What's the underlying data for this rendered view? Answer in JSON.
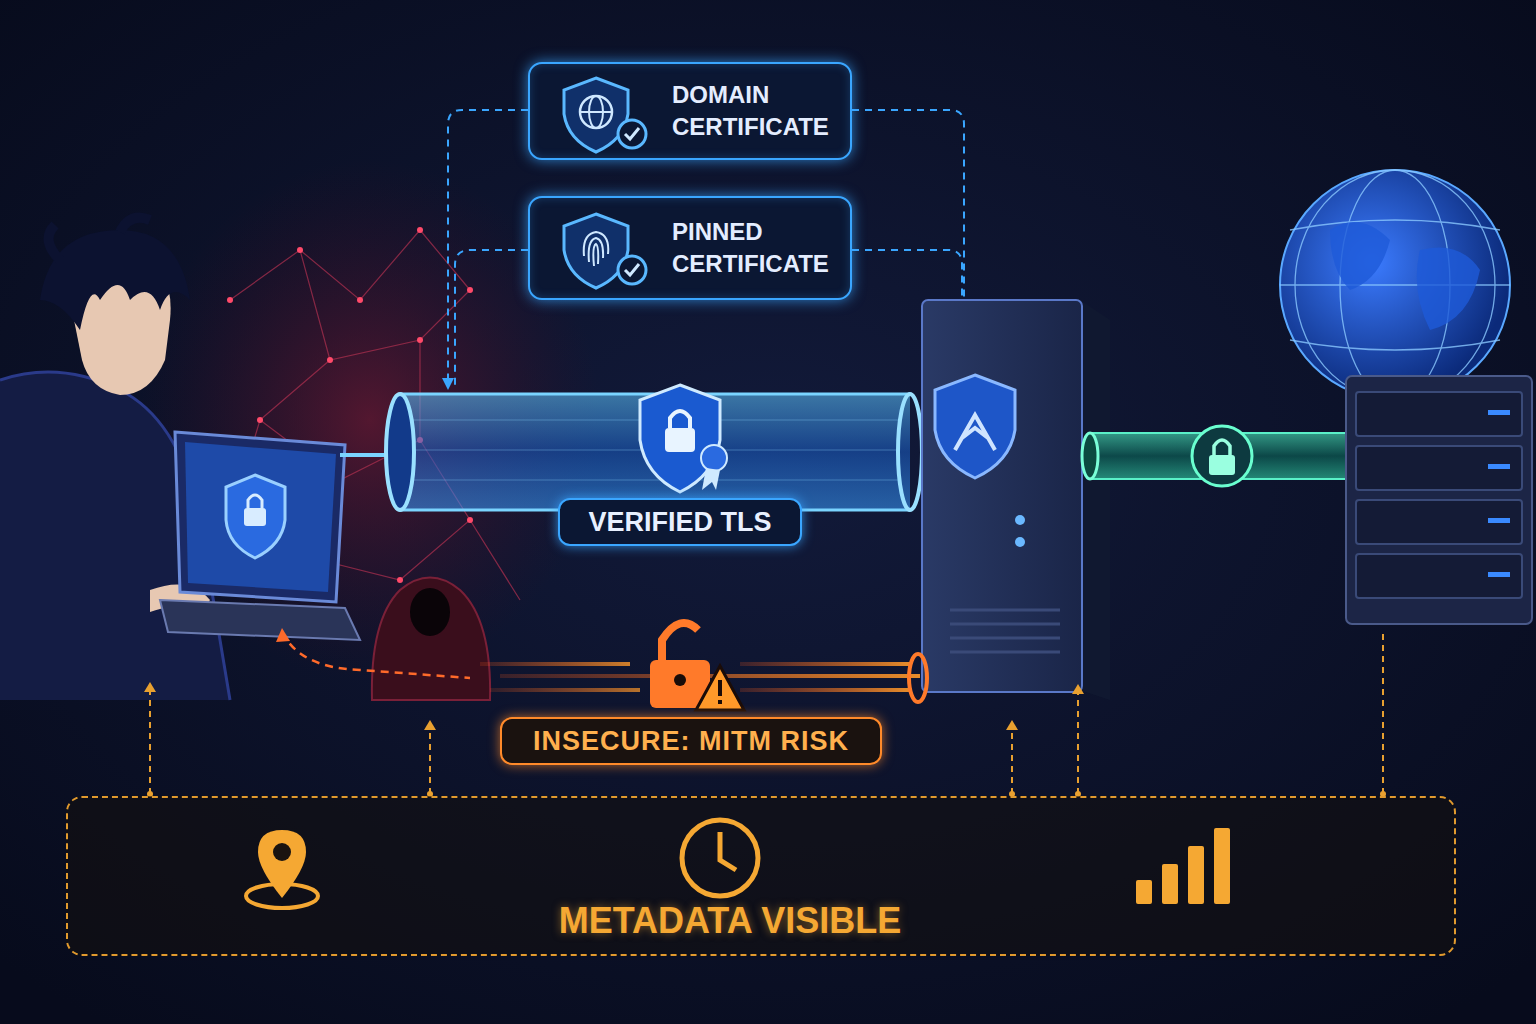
{
  "diagram": {
    "nodes": [
      {
        "text": [
          "DOMAIN CERTIFICATE"
        ]
      },
      {
        "text": [
          "PINNED CERTIFICATE"
        ]
      },
      {
        "text": [
          "VERIFIED TLS"
        ]
      },
      {
        "text": [
          "INSECURE: MITM RISK"
        ]
      },
      {
        "text": [
          "METADATA VISIBLE"
        ]
      }
    ]
  }
}
